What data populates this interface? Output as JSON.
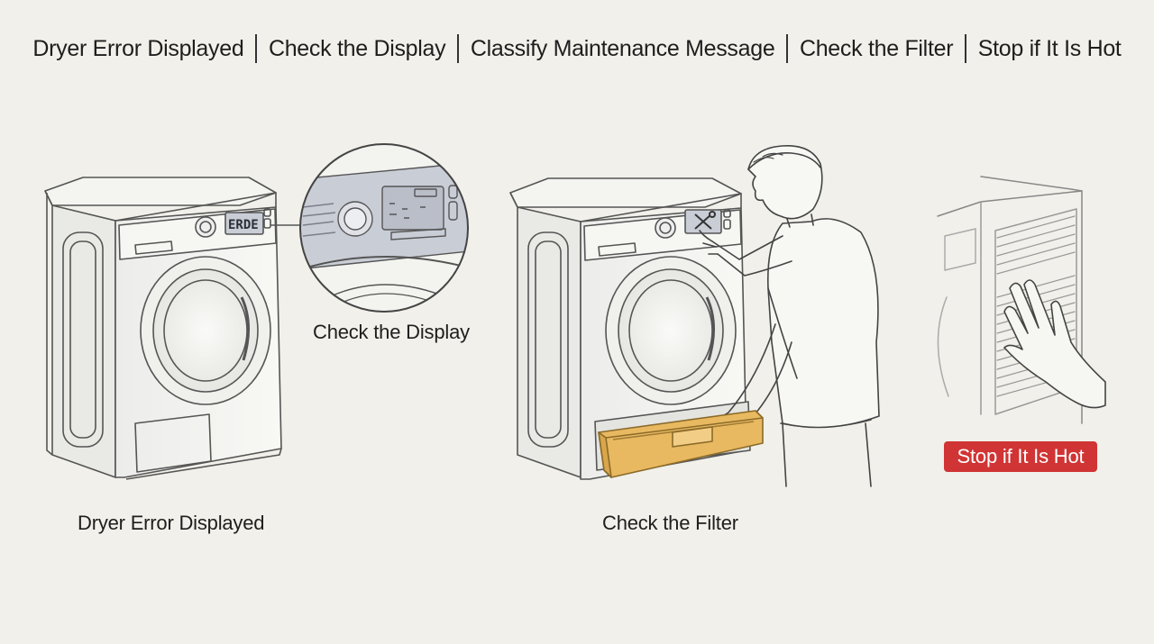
{
  "steps": [
    "Dryer Error Displayed",
    "Check the Display",
    "Classify Maintenance Message",
    "Check the Filter",
    "Stop if It Is Hot"
  ],
  "labels": {
    "error": "Dryer Error Displayed",
    "display": "Check the Display",
    "filter": "Check the Filter",
    "hot": "Stop if It Is Hot"
  },
  "display": {
    "error_code": "ERDE"
  },
  "colors": {
    "background": "#f1f0ea",
    "line": "#555555",
    "panel_tint": "#c9cdd6",
    "filter_drawer": "#e8b960",
    "warning": "#d03434"
  }
}
